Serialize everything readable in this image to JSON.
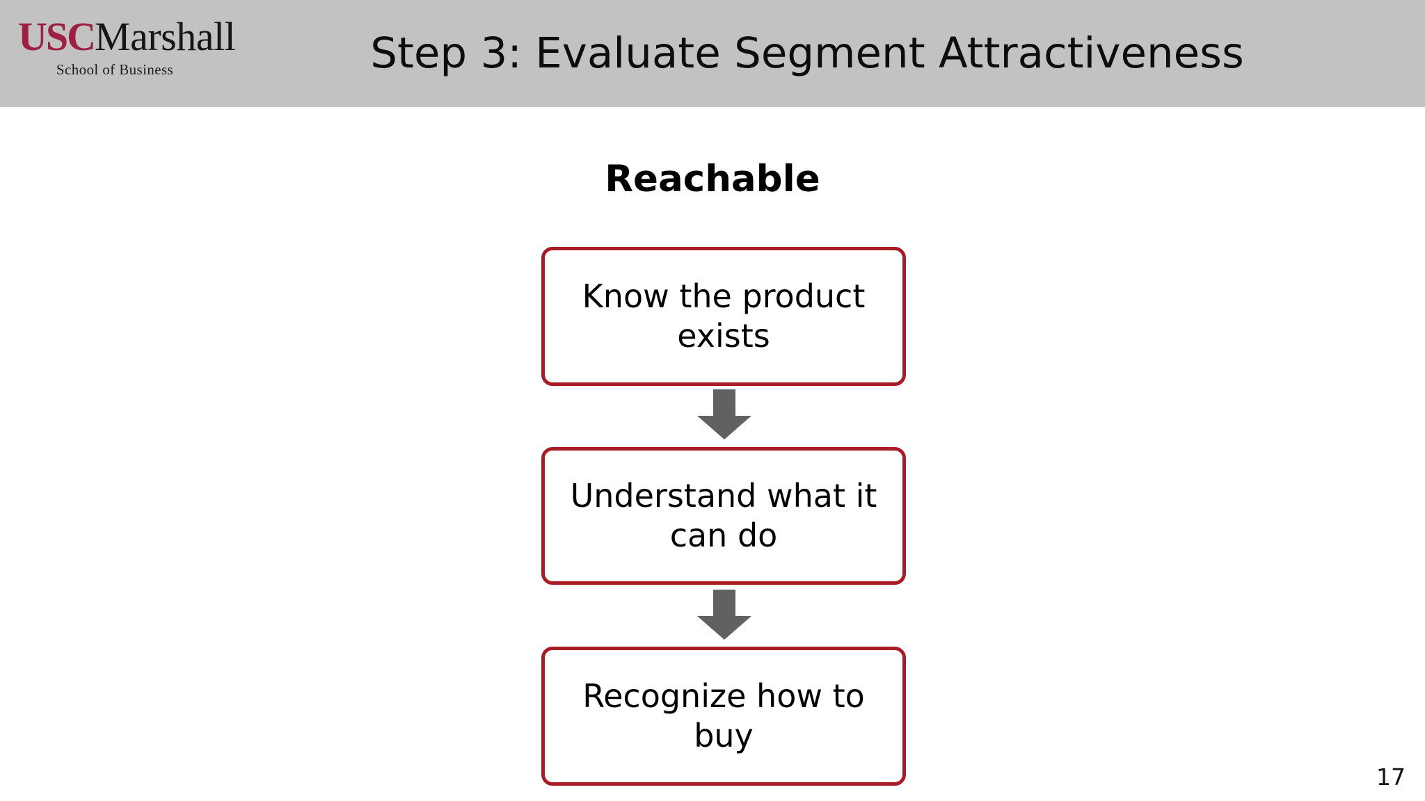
{
  "slide": {
    "title": "Step 3: Evaluate Segment Attractiveness",
    "page_number": "17",
    "header_bg": "#c2c2c2",
    "accent_color": "#a81c23",
    "arrow_color": "#616161"
  },
  "brand": {
    "usc": "USC",
    "marshall": "Marshall",
    "tagline": "School of Business",
    "usc_color": "#9d2040",
    "marshall_color": "#161616"
  },
  "body": {
    "heading": "Reachable"
  },
  "flow": {
    "steps": [
      {
        "label": "Know the product exists"
      },
      {
        "label": "Understand what it can do"
      },
      {
        "label": "Recognize how to buy"
      }
    ],
    "connector_icon": "arrow-down-icon"
  }
}
